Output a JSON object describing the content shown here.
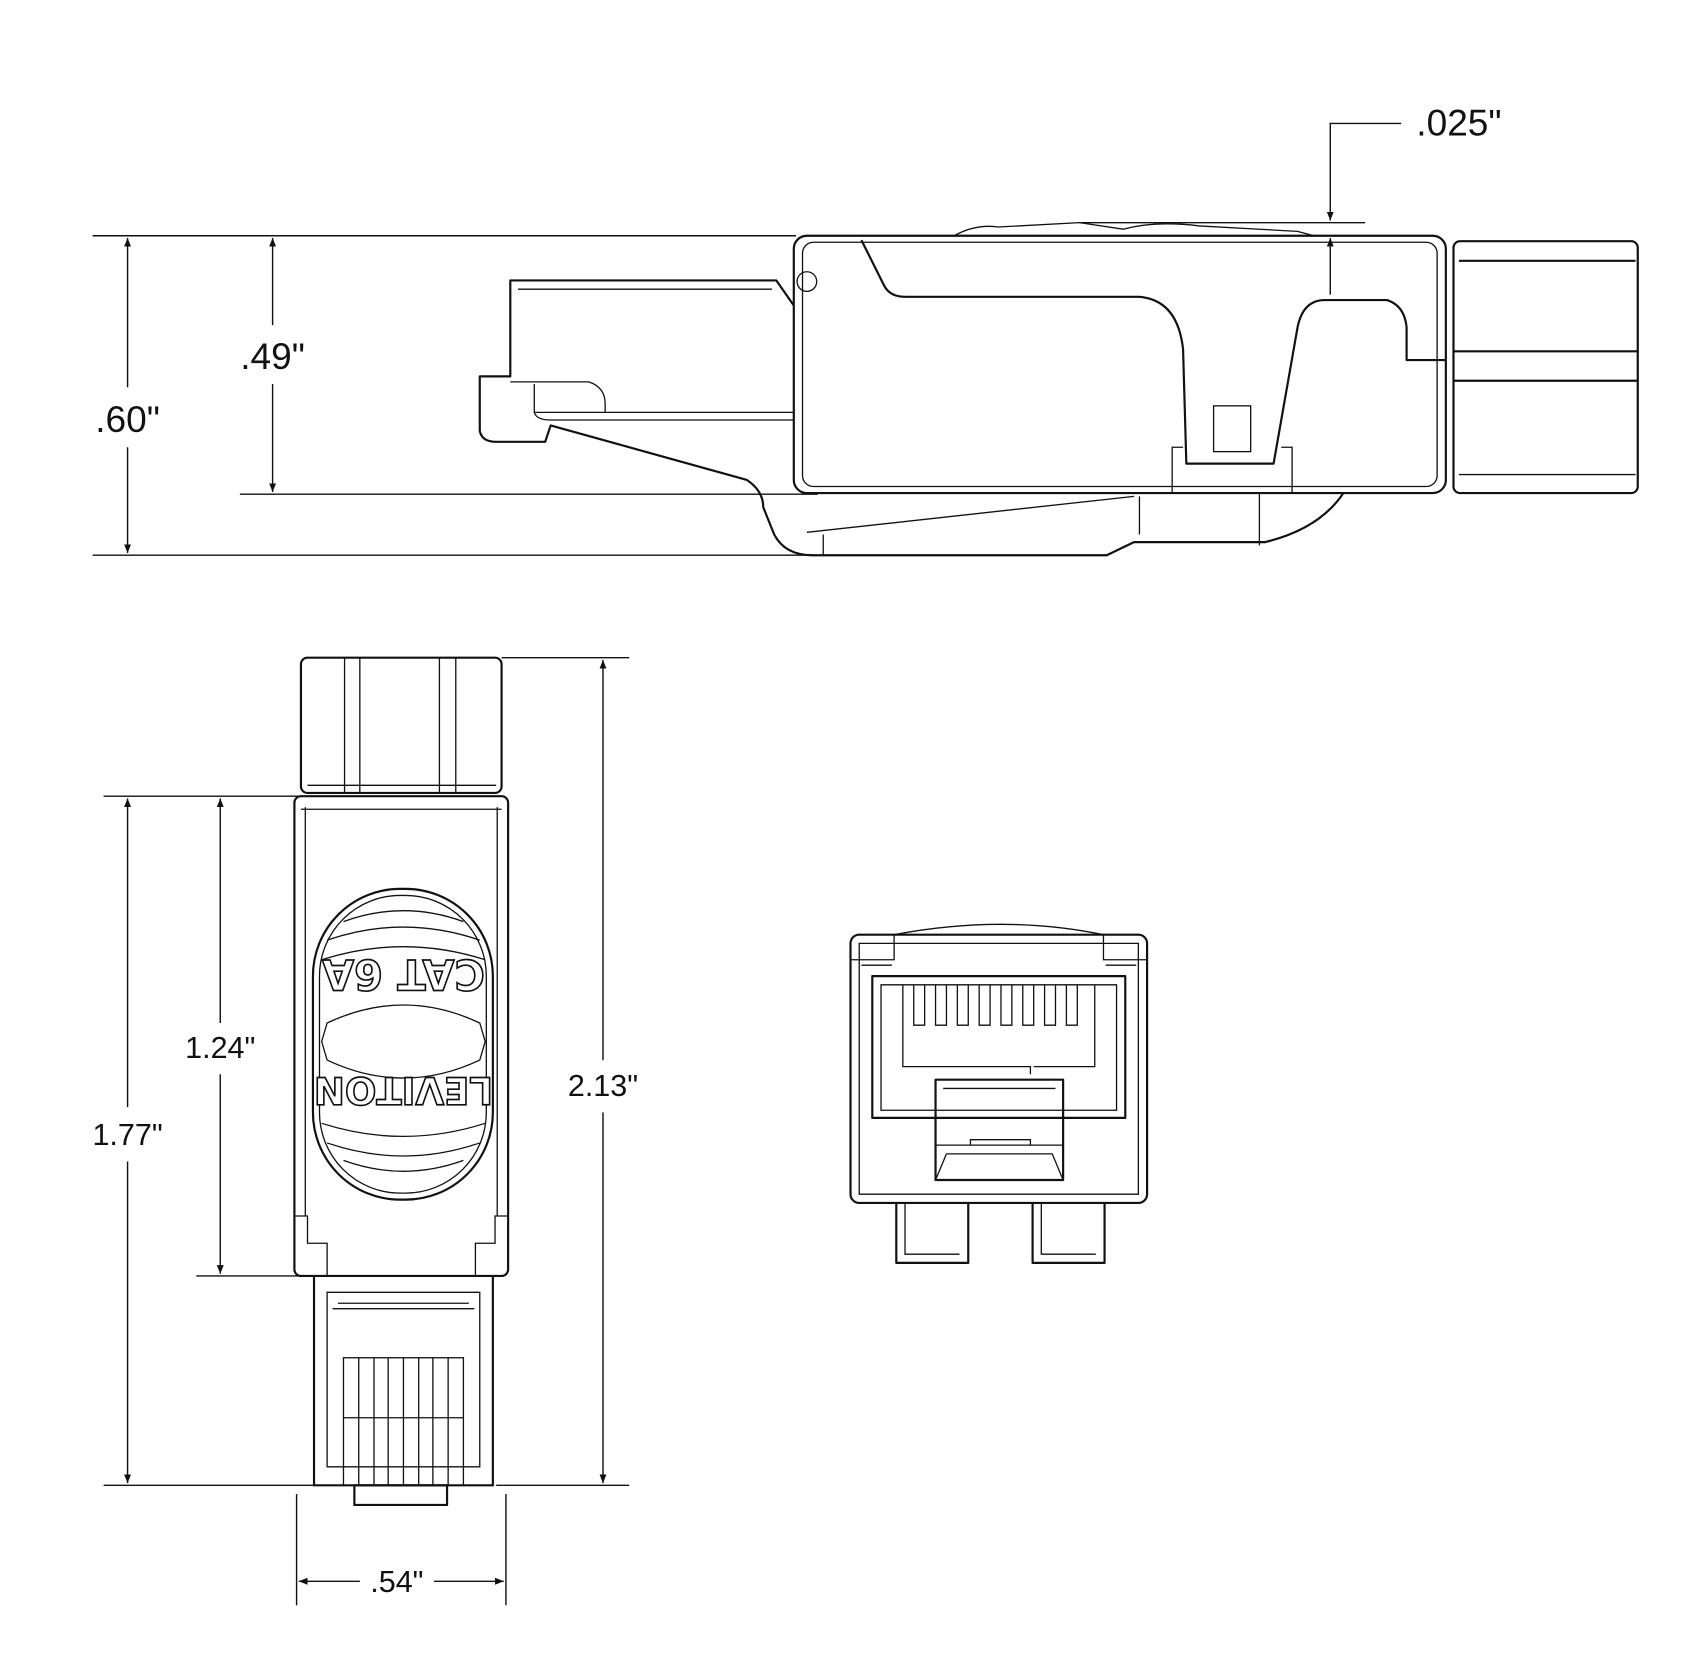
{
  "drawing": {
    "views": [
      "side-view",
      "top-view",
      "front-view"
    ],
    "dimensions": {
      "overall_height": ".60\"",
      "body_height": ".49\"",
      "top_protrusion": ".025\"",
      "body_length": "1.24\"",
      "body_plus_plug_length": "1.77\"",
      "overall_length": "2.13\"",
      "width": ".54\""
    },
    "logo": {
      "product": "CAT 6A",
      "brand": "LEVITON"
    },
    "line_color": "#111111",
    "background": "#ffffff"
  }
}
